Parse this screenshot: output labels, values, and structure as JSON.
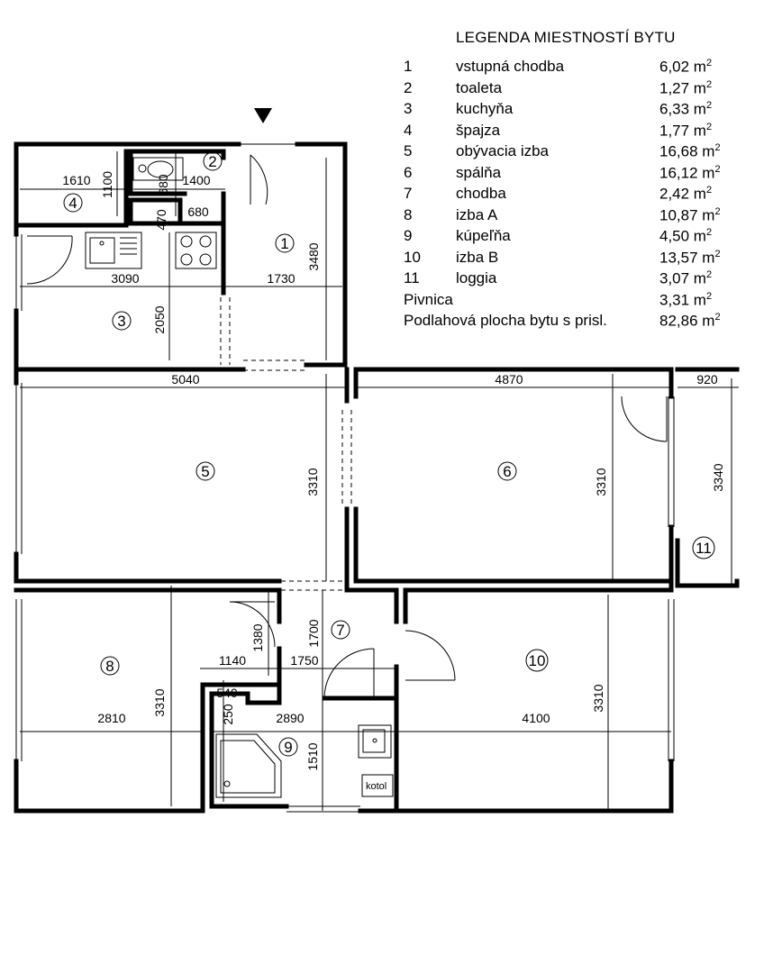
{
  "legend": {
    "title": "LEGENDA MIESTNOSTÍ BYTU",
    "unit_sup": "2",
    "rows": [
      {
        "num": "1",
        "name": "vstupná chodba",
        "area": "6,02 m"
      },
      {
        "num": "2",
        "name": "toaleta",
        "area": "1,27 m"
      },
      {
        "num": "3",
        "name": "kuchyňa",
        "area": "6,33 m"
      },
      {
        "num": "4",
        "name": "špajza",
        "area": "1,77 m"
      },
      {
        "num": "5",
        "name": "obývacia izba",
        "area": "16,68 m"
      },
      {
        "num": "6",
        "name": "spálňa",
        "area": "16,12 m"
      },
      {
        "num": "7",
        "name": "chodba",
        "area": "2,42 m"
      },
      {
        "num": "8",
        "name": "izba A",
        "area": "10,87 m"
      },
      {
        "num": "9",
        "name": "kúpeľňa",
        "area": "4,50 m"
      },
      {
        "num": "10",
        "name": "izba B",
        "area": "13,57 m"
      },
      {
        "num": "11",
        "name": "loggia",
        "area": "3,07 m"
      }
    ],
    "extra": [
      {
        "name": "Pivnica",
        "area": "3,31 m"
      },
      {
        "name": "Podlahová plocha bytu s prisl.",
        "area": "82,86 m"
      }
    ]
  },
  "rooms": {
    "r1": "1",
    "r2": "2",
    "r3": "3",
    "r4": "4",
    "r5": "5",
    "r6": "6",
    "r7": "7",
    "r8": "8",
    "r9": "9",
    "r10": "10",
    "r11": "11"
  },
  "dims": {
    "d1610": "1610",
    "d1100": "1100",
    "d680a": "680",
    "d1400": "1400",
    "d470": "470",
    "d680b": "680",
    "d3480": "3480",
    "d3090": "3090",
    "d1730": "1730",
    "d2050": "2050",
    "d5040": "5040",
    "d4870": "4870",
    "d920": "920",
    "d3310a": "3310",
    "d3310b": "3310",
    "d3340": "3340",
    "d1380": "1380",
    "d1700": "1700",
    "d1140": "1140",
    "d1750": "1750",
    "d540": "540",
    "d250": "250",
    "d2810": "2810",
    "d3310c": "3310",
    "d2890": "2890",
    "d4100": "4100",
    "d3310d": "3310",
    "d1510": "1510"
  },
  "fixtures": {
    "boiler_label": "kotol"
  },
  "entrance_marker": "entrance-arrow"
}
